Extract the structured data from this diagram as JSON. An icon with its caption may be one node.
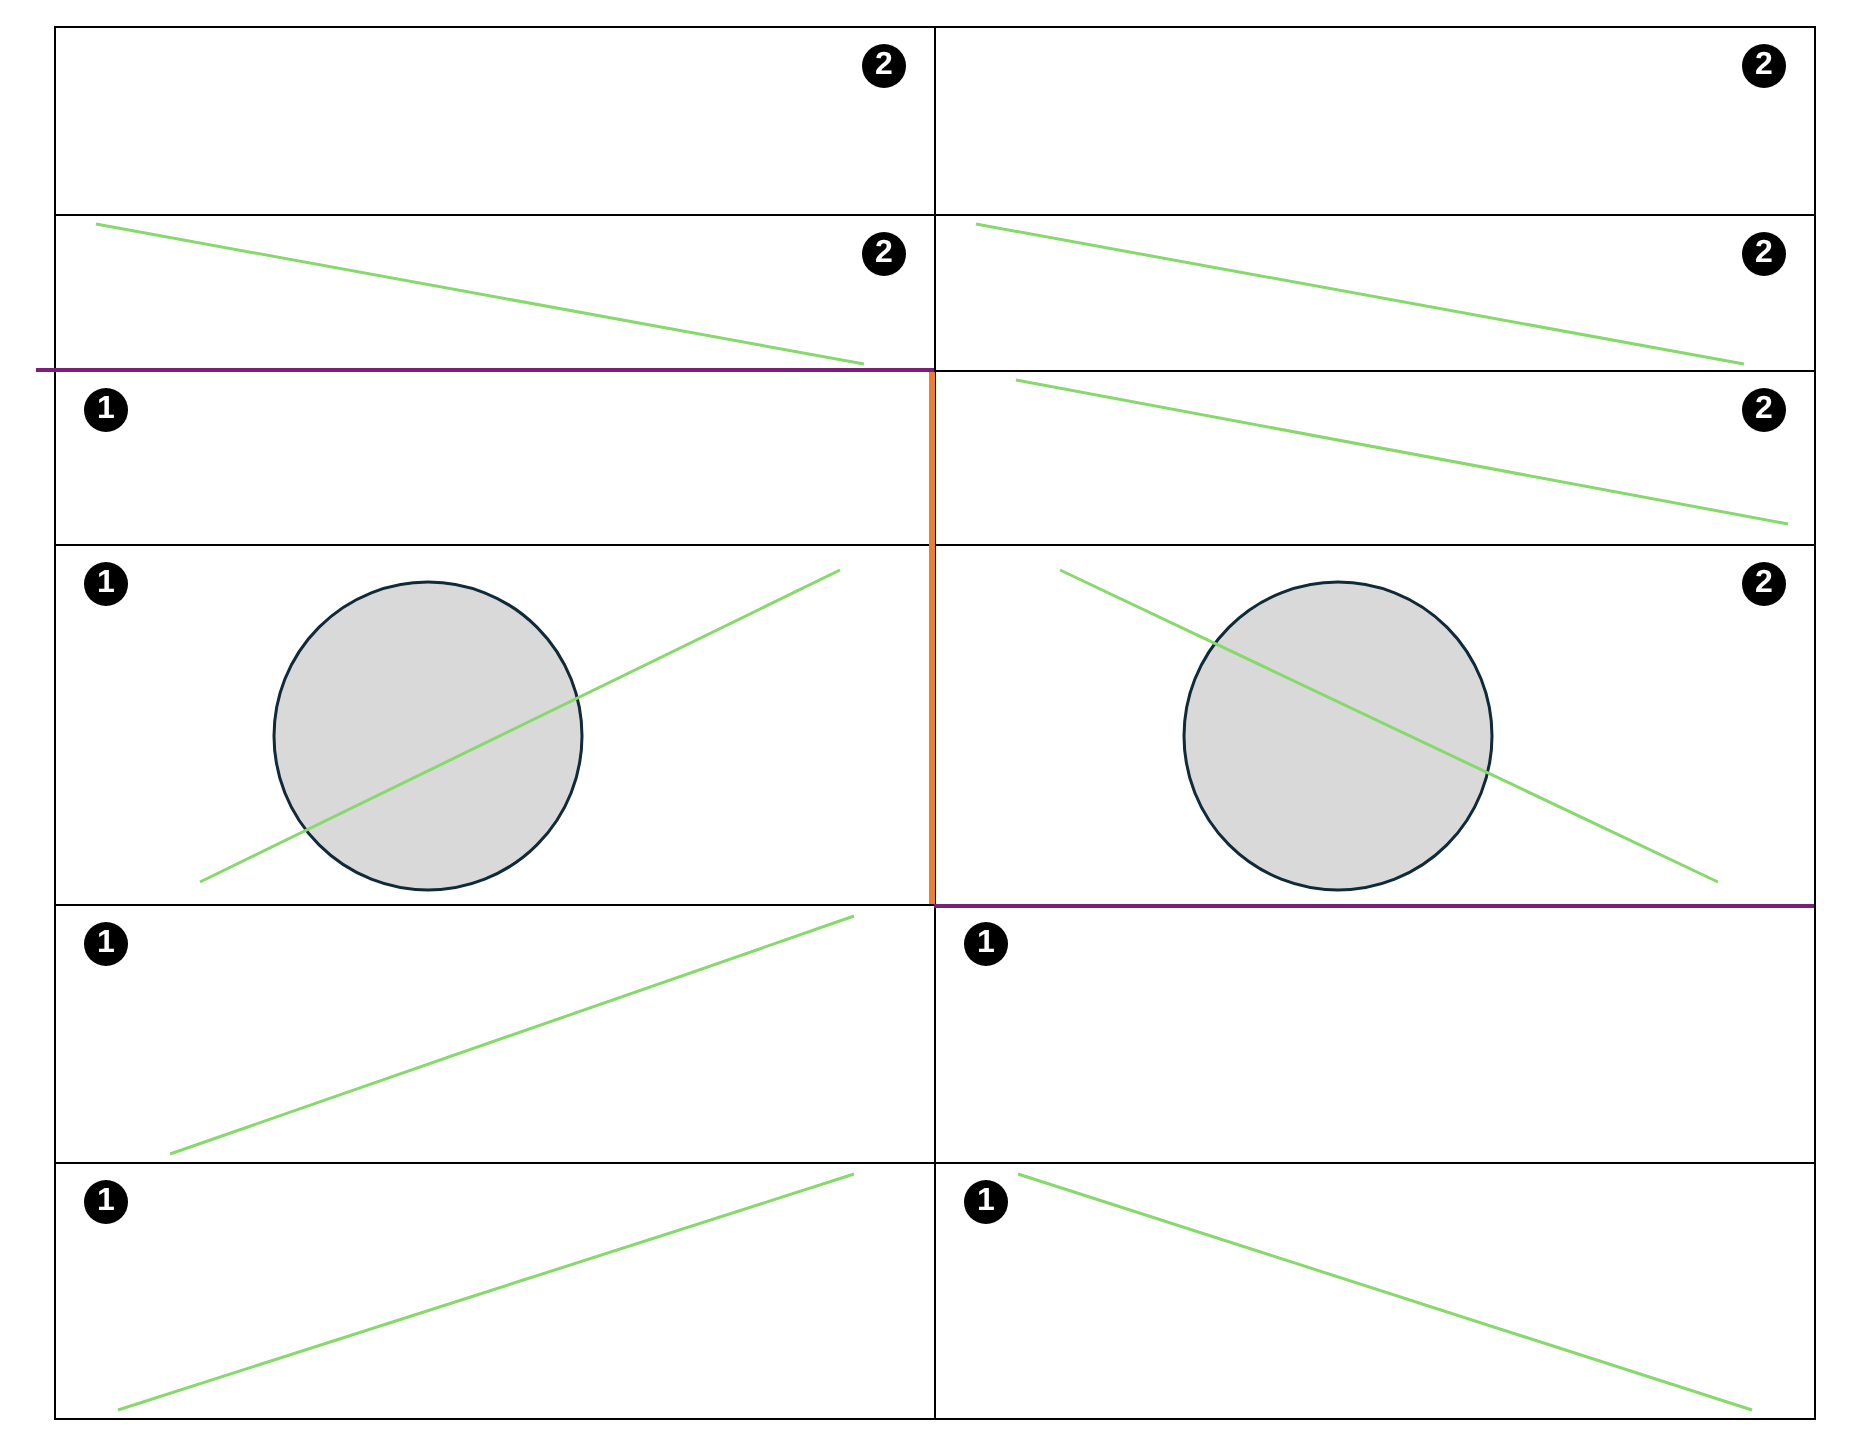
{
  "diagram": {
    "nodes": [
      {
        "text": [
          "2"
        ]
      },
      {
        "text": [
          "2"
        ]
      },
      {
        "text": [
          "2"
        ]
      },
      {
        "text": [
          "2"
        ]
      },
      {
        "text": [
          "1"
        ]
      },
      {
        "text": [
          "2"
        ]
      },
      {
        "text": [
          "1"
        ]
      },
      {
        "text": [
          "2"
        ]
      },
      {
        "text": [
          "1"
        ]
      },
      {
        "text": [
          "1"
        ]
      },
      {
        "text": [
          "1"
        ]
      },
      {
        "text": [
          "1"
        ]
      },
      {
        "text": [],
        "shape": "circle",
        "in": 6
      },
      {
        "text": [],
        "shape": "circle",
        "in": 7
      }
    ]
  }
}
